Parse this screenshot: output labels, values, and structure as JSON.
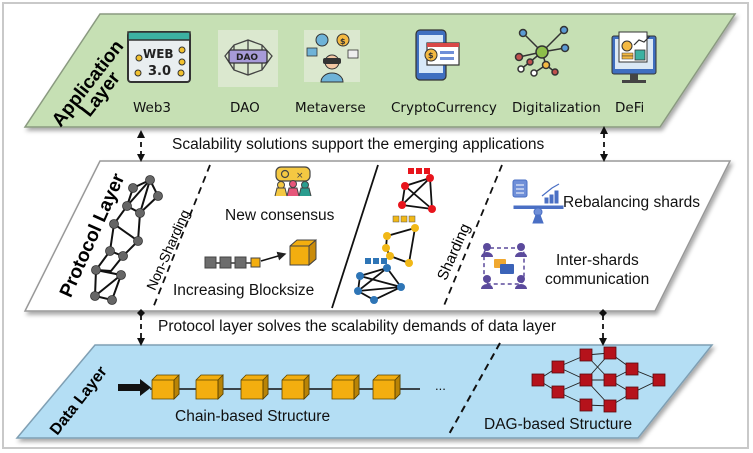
{
  "application_layer": {
    "title_line1": "Application",
    "title_line2": "Layer",
    "color": "#c6e0b4",
    "items": [
      {
        "label": "Web3",
        "icon": "web3-icon"
      },
      {
        "label": "DAO",
        "icon": "dao-icon"
      },
      {
        "label": "Metaverse",
        "icon": "metaverse-icon"
      },
      {
        "label": "CryptoCurrency",
        "icon": "cryptocurrency-icon"
      },
      {
        "label": "Digitalization",
        "icon": "digitalization-icon"
      },
      {
        "label": "DeFi",
        "icon": "defi-icon"
      }
    ]
  },
  "connector_top": "Scalability solutions support the emerging applications",
  "protocol_layer": {
    "title": "Protocol Layer",
    "color": "#ffffff",
    "non_sharding_label": "Non-Sharding",
    "sharding_label": "Sharding",
    "new_consensus": "New consensus",
    "increasing_blocksize": "Increasing Blocksize",
    "rebalancing_shards": "Rebalancing shards",
    "inter_shards_line1": "Inter-shards",
    "inter_shards_line2": "communication"
  },
  "connector_bottom": "Protocol layer solves the scalability demands of data layer",
  "data_layer": {
    "title": "Data Layer",
    "color": "#b4def4",
    "chain_label": "Chain-based Structure",
    "ellipsis": "...",
    "dag_label": "DAG-based Structure"
  },
  "colors": {
    "block": "#f3ae0f",
    "dag_node": "#b5121b",
    "shard_red": "#e8141c",
    "shard_yellow": "#f1b817",
    "shard_blue": "#2e75b6",
    "graph_node": "#666666",
    "icon_purple": "#5b4a9c",
    "icon_blue": "#4472c4"
  }
}
